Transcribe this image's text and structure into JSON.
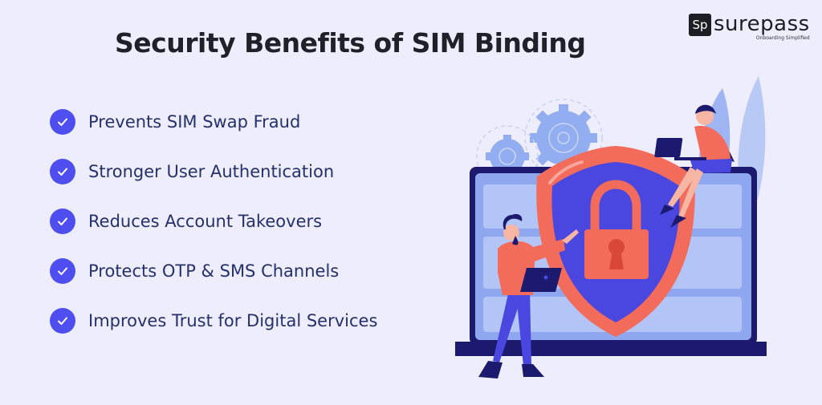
{
  "header": {
    "title": "Security Benefits of SIM Binding"
  },
  "brand": {
    "logo_mark": "Sp",
    "name": "surepass",
    "tagline": "Onboarding Simplified"
  },
  "benefits": [
    {
      "label": "Prevents SIM Swap Fraud",
      "icon": "check-circle-icon"
    },
    {
      "label": "Stronger User Authentication",
      "icon": "check-circle-icon"
    },
    {
      "label": "Reduces Account Takeovers",
      "icon": "check-circle-icon"
    },
    {
      "label": "Protects OTP & SMS Channels",
      "icon": "check-circle-icon"
    },
    {
      "label": "Improves Trust for Digital Services",
      "icon": "check-circle-icon"
    }
  ],
  "illustration": {
    "description": "Laptop with shield and padlock, gears, man pointing with laptop, woman sitting on laptop",
    "elements": [
      "laptop",
      "shield-icon",
      "padlock-icon",
      "gear-icon",
      "man-with-laptop",
      "woman-with-laptop",
      "leaves"
    ]
  },
  "colors": {
    "background": "#eeedfd",
    "accent_blue": "#4f4ef0",
    "text_navy": "#26306b",
    "title": "#202028",
    "coral": "#f26b5b",
    "dark_navy": "#1c1a6e",
    "light_blue": "#b7c8f5"
  }
}
